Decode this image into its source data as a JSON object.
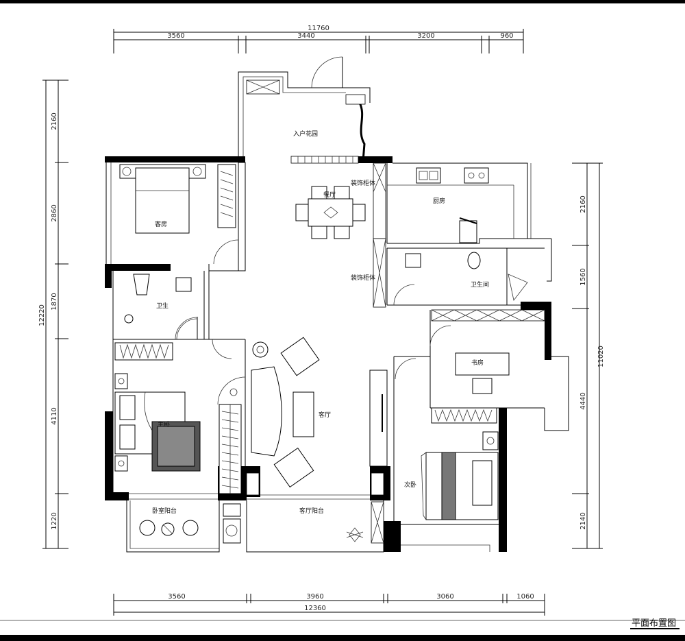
{
  "drawing_title": "平面布置图",
  "dimensions": {
    "top_total": "11760",
    "top": [
      "3560",
      "3440",
      "3200",
      "960"
    ],
    "bottom_total": "12360",
    "bottom": [
      "3560",
      "3960",
      "3060",
      "1060"
    ],
    "left_total": "12220",
    "left": [
      "2160",
      "2860",
      "1870",
      "4110",
      "1220"
    ],
    "right_total": "11020",
    "right": [
      "2160",
      "1560",
      "4440",
      "2140"
    ]
  },
  "rooms": {
    "entry_garden": "入户花园",
    "dining": "餐厅",
    "cabinet_1": "装饰柜体",
    "cabinet_2": "装饰柜体",
    "kitchen": "厨房",
    "bathroom_2": "卫生间",
    "study": "书房",
    "guest_room": "客房",
    "bathroom_1": "卫生",
    "master_bedroom": "主卧",
    "living_room": "客厅",
    "second_bedroom": "次卧",
    "bedroom_balcony": "卧室阳台",
    "living_balcony": "客厅阳台"
  }
}
